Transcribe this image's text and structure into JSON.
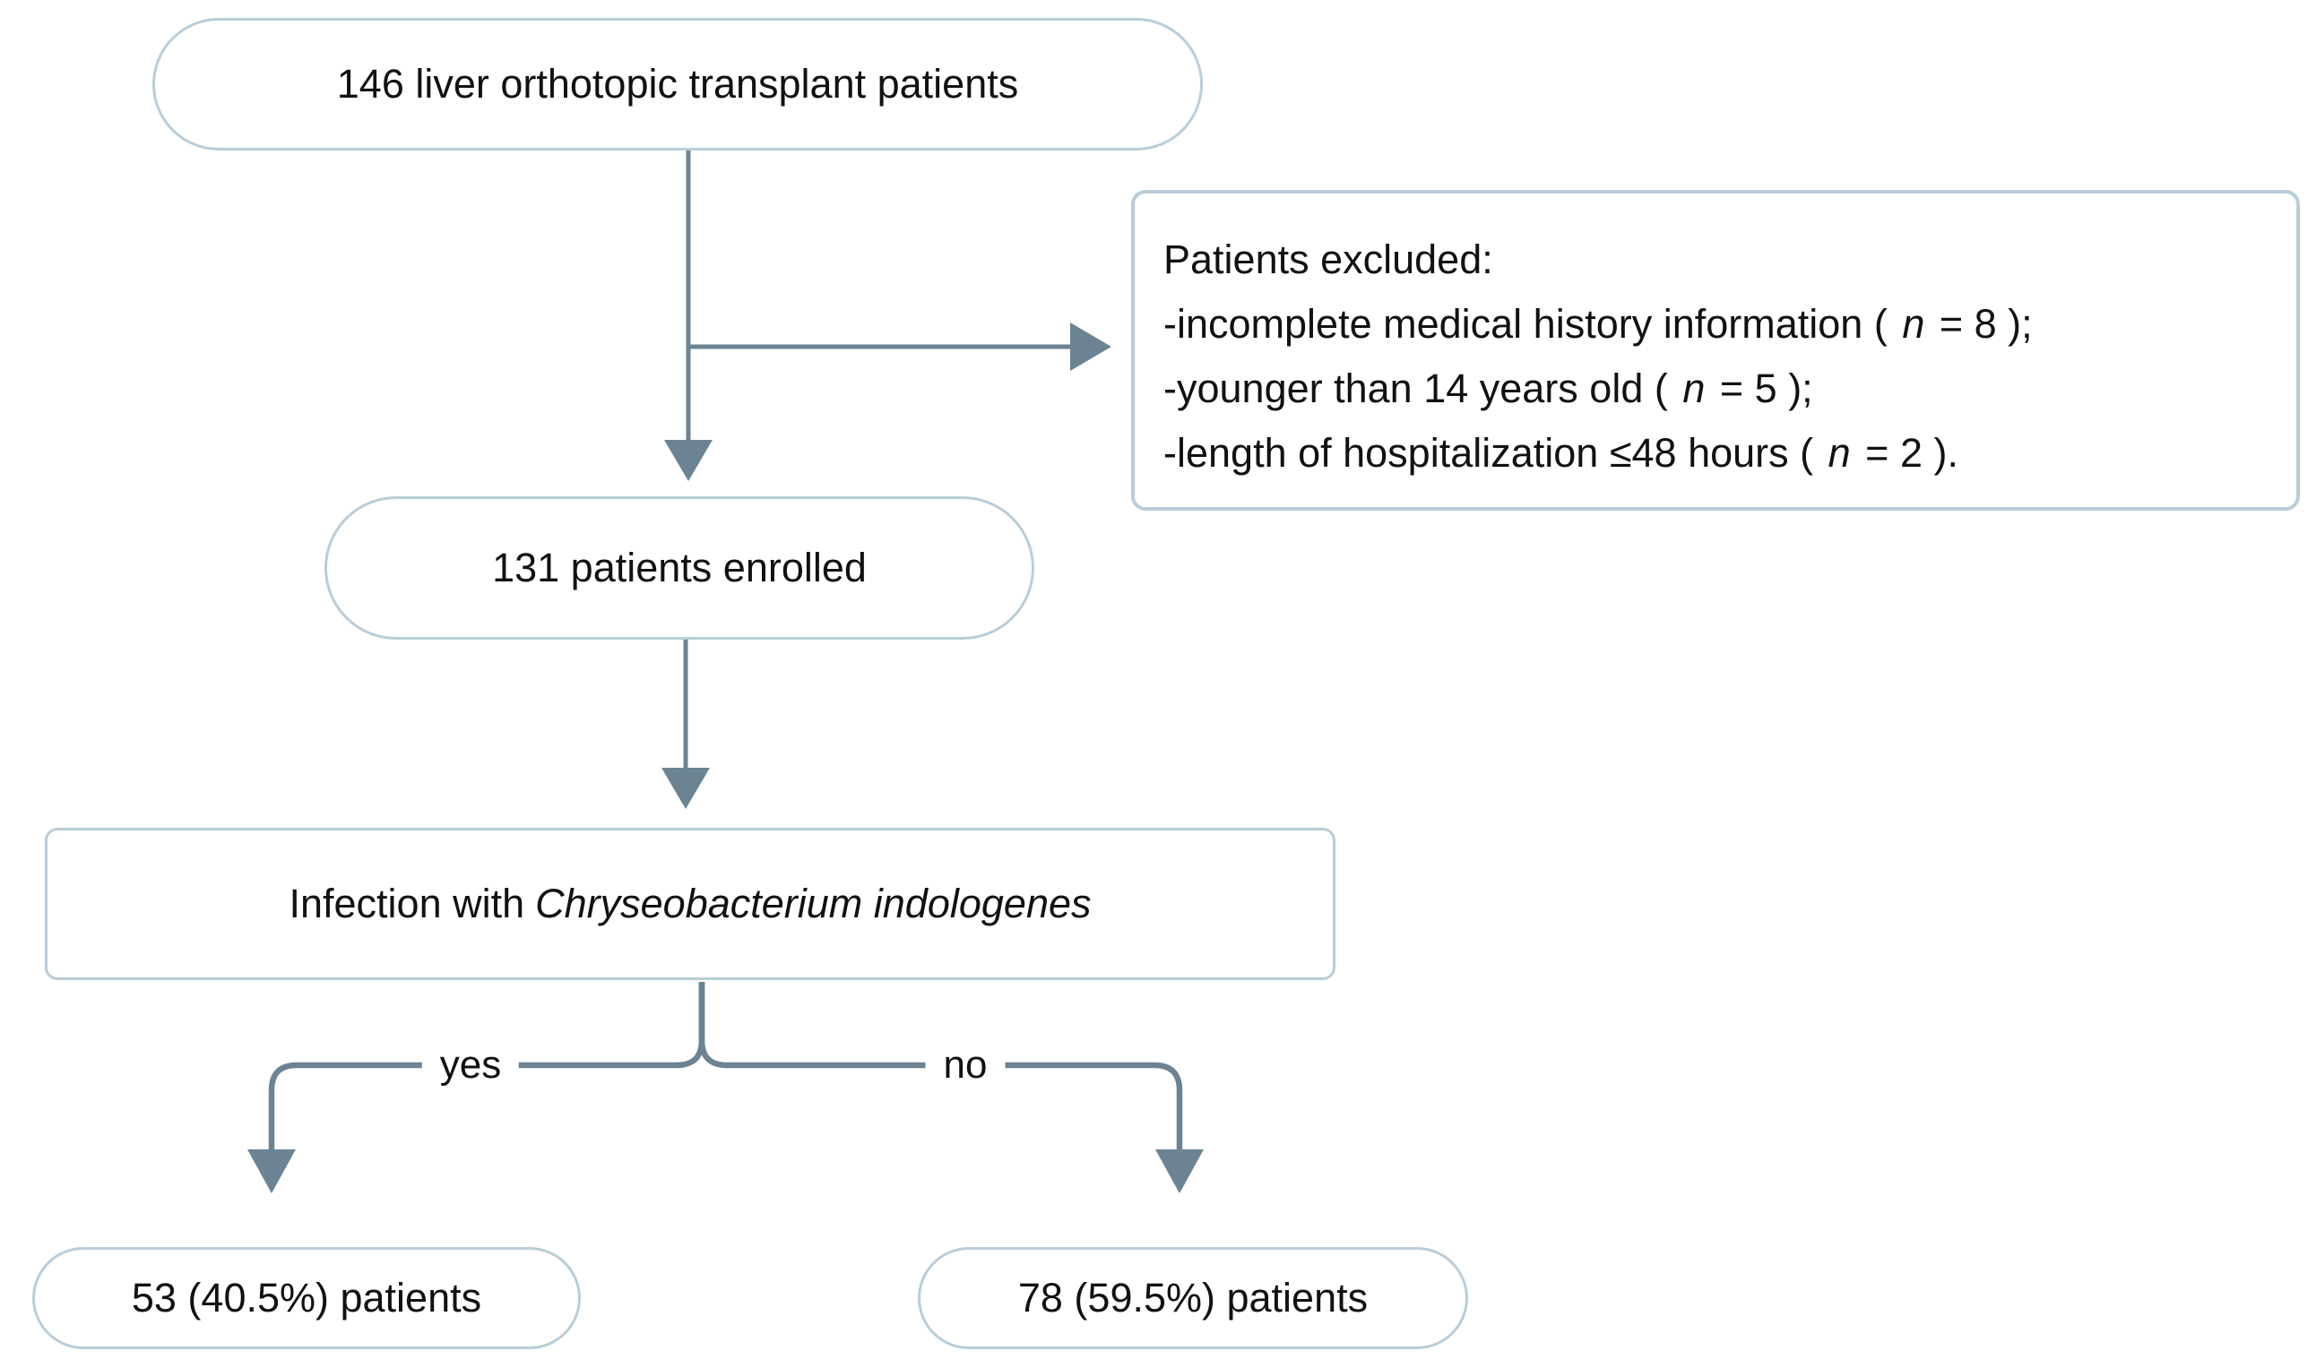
{
  "nodes": {
    "top": {
      "label": "146 liver orthotopic transplant patients"
    },
    "excluded": {
      "title": "Patients excluded:",
      "items": [
        {
          "prefix": "-incomplete medical history information ( ",
          "var": "n",
          "suffix": " = 8 );"
        },
        {
          "prefix": "-younger than 14 years old ( ",
          "var": "n",
          "suffix": " = 5 );"
        },
        {
          "prefix": "-length of hospitalization ≤48 hours ( ",
          "var": "n",
          "suffix": " = 2 )."
        }
      ]
    },
    "enrolled": {
      "label": "131 patients enrolled"
    },
    "infection": {
      "prefix": "Infection with",
      "species": "Chryseobacterium indologenes"
    },
    "yes_outcome": {
      "label": "53 (40.5%) patients"
    },
    "no_outcome": {
      "label": "78 (59.5%) patients"
    }
  },
  "branches": {
    "yes": "yes",
    "no": "no"
  },
  "colors": {
    "box_border": "#b9cdd9",
    "line": "#6b8393",
    "text": "#111111",
    "background": "#ffffff"
  }
}
